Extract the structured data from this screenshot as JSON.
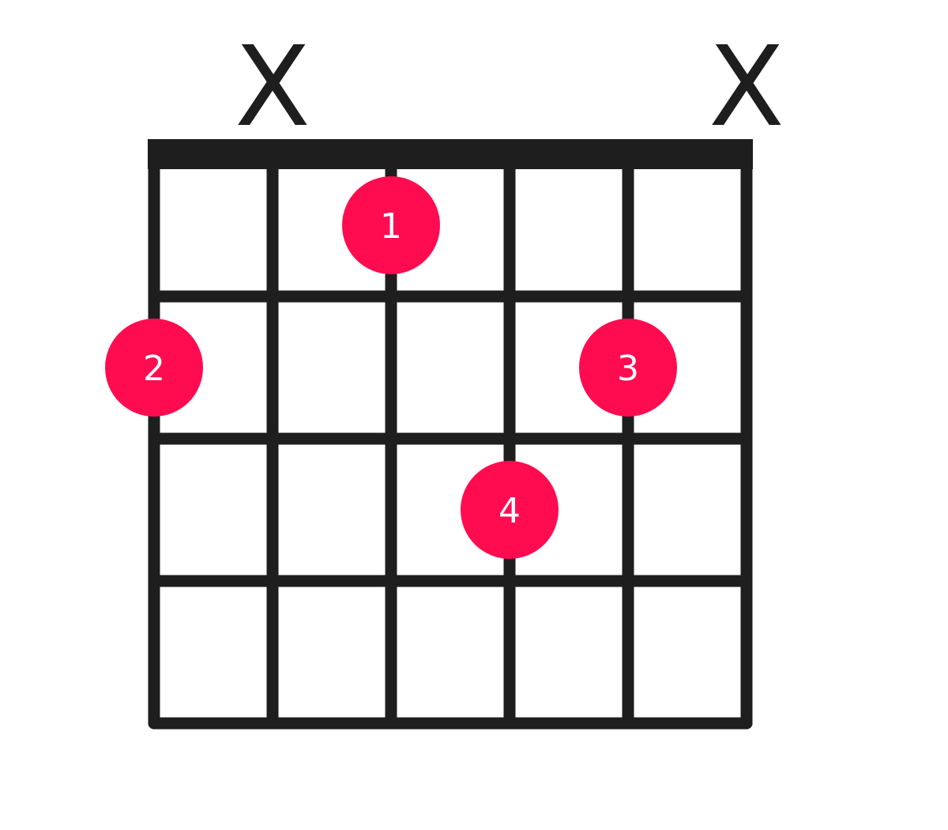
{
  "colors": {
    "ink": "#1e1e1f",
    "dot": "#ff0c50",
    "dot_text": "#ffffff",
    "background": "#ffffff"
  },
  "diagram": {
    "strings": 6,
    "frets": 4,
    "muted_strings": [
      {
        "string": 2,
        "label": "X"
      },
      {
        "string": 6,
        "label": "X"
      }
    ],
    "fingers": [
      {
        "string": 3,
        "fret": 1,
        "label": "1"
      },
      {
        "string": 1,
        "fret": 2,
        "label": "2"
      },
      {
        "string": 5,
        "fret": 2,
        "label": "3"
      },
      {
        "string": 4,
        "fret": 3,
        "label": "4"
      }
    ]
  }
}
